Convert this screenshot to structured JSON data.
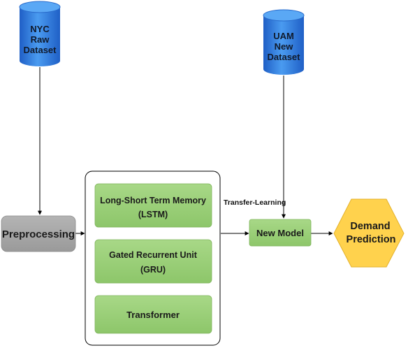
{
  "datasets": {
    "nyc": [
      "NYC",
      "Raw",
      "Dataset"
    ],
    "uam": [
      "UAM",
      "New",
      "Dataset"
    ]
  },
  "nodes": {
    "preprocessing": "Preprocessing",
    "lstm": [
      "Long-Short Term Memory",
      "(LSTM)"
    ],
    "gru": [
      "Gated Recurrent Unit",
      "(GRU)"
    ],
    "transformer": "Transformer",
    "new_model": "New Model",
    "demand_prediction": [
      "Demand",
      "Prediction"
    ]
  },
  "edges": {
    "transfer_learning_label": "Transfer-Learning"
  },
  "colors": {
    "database_top": "#4a9bf0",
    "database_bottom": "#1f5fc6",
    "model_box": "#9fd17a",
    "preprocessing_box": "#a9a9a9",
    "hexagon": "#ffd24d",
    "arrow": "#000000"
  }
}
